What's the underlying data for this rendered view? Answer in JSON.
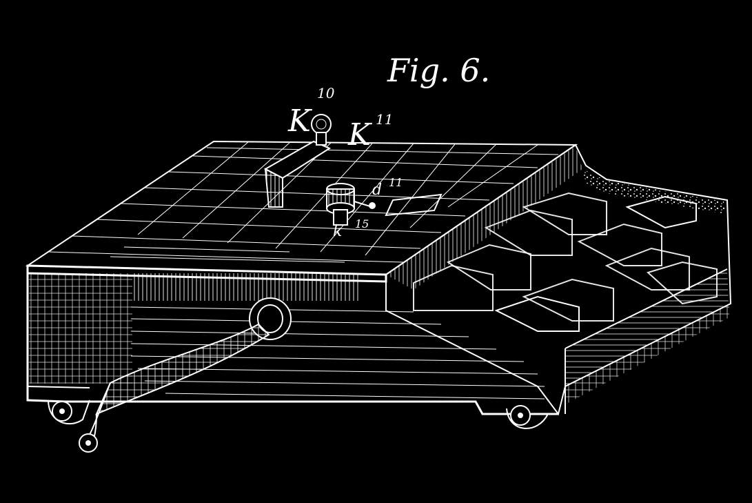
{
  "figure": {
    "title": "Fig. 6."
  },
  "labels": {
    "k10_main": "K",
    "k10_sup": "10",
    "k11_main": "K",
    "k11_sup": "11",
    "label_d": "d",
    "label_d_sup": "11",
    "label_k_small": "k",
    "label_k_small_sup": "15"
  },
  "colors": {
    "background": "#000000",
    "ink": "#ffffff"
  }
}
